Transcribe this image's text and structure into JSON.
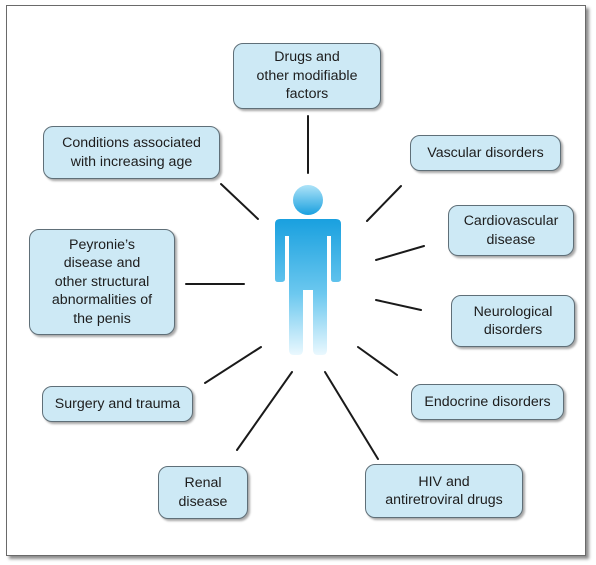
{
  "diagram": {
    "nodes": {
      "drugs": "Drugs and\nother modifiable\nfactors",
      "age": "Conditions associated\nwith increasing age",
      "vascular": "Vascular disorders",
      "cardio": "Cardiovascular\ndisease",
      "peyronie": "Peyronie’s\ndisease and\nother structural\nabnormalities of\nthe penis",
      "neuro": "Neurological\ndisorders",
      "surgery": "Surgery and trauma",
      "endocrine": "Endocrine disorders",
      "renal": "Renal\ndisease",
      "hiv": "HIV and\nantiretroviral drugs"
    },
    "colors": {
      "box_fill": "#cde9f5",
      "box_border": "#5f6f78",
      "connector": "#1a1a1a",
      "person_light": "#bfe9fb",
      "person_dark": "#1aa0df"
    },
    "icon": "person-figure-icon"
  }
}
